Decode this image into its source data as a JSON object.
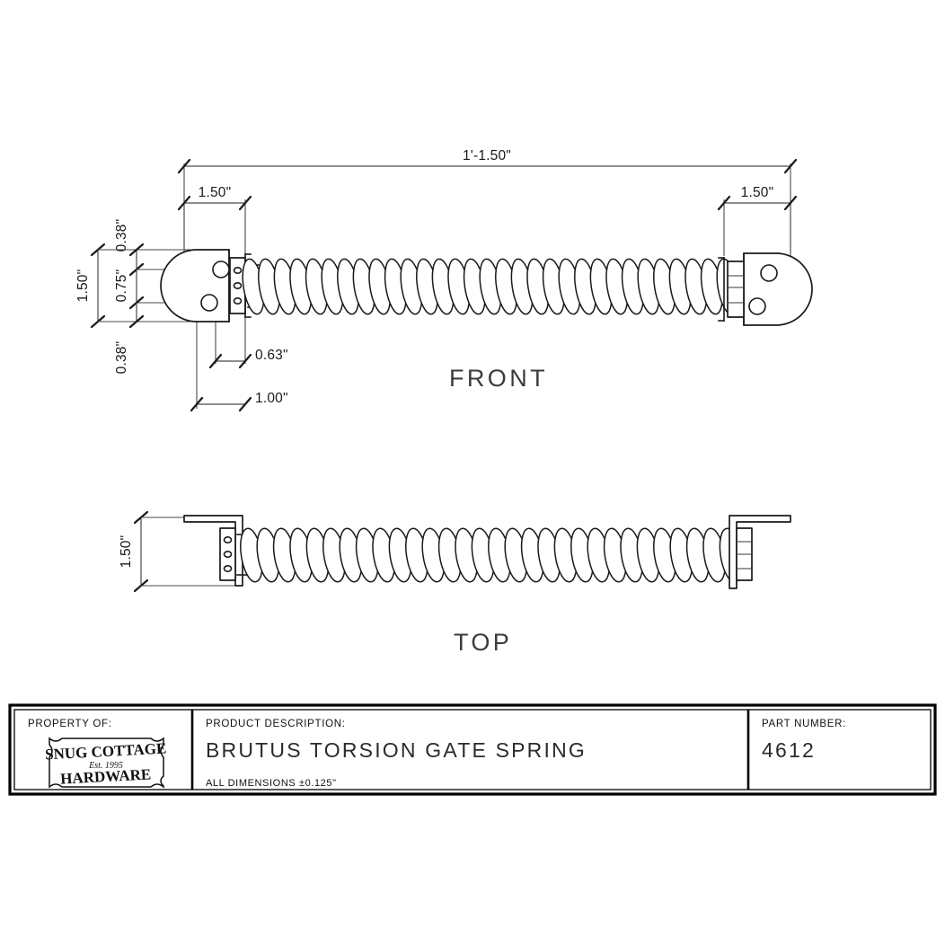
{
  "drawing": {
    "views": [
      {
        "id": "front",
        "label": "FRONT"
      },
      {
        "id": "top",
        "label": "TOP"
      }
    ],
    "dimensions": {
      "overall_length": "1'-1.50\"",
      "front_left_bracket_width": "1.50\"",
      "front_right_bracket_width": "1.50\"",
      "front_height_overall": "1.50\"",
      "front_hole_edge_top": "0.38\"",
      "front_hole_spacing": "0.75\"",
      "front_hole_edge_bottom": "0.38\"",
      "front_plate_offset": "0.63\"",
      "front_hole_offset": "1.00\"",
      "top_height": "1.50\""
    }
  },
  "title_block": {
    "property_of_caption": "PROPERTY OF:",
    "logo": {
      "line1": "SNUG COTTAGE",
      "line2": "Est. 1995",
      "line3": "HARDWARE"
    },
    "product_description_caption": "PRODUCT DESCRIPTION:",
    "product_description": "BRUTUS  TORSION  GATE  SPRING",
    "tolerance_note": "ALL  DIMENSIONS  ±0.125\"",
    "part_number_caption": "PART NUMBER:",
    "part_number": "4612"
  },
  "colors": {
    "line": "#1a1a1a",
    "dimension": "#4a4a4a",
    "background": "#ffffff"
  }
}
